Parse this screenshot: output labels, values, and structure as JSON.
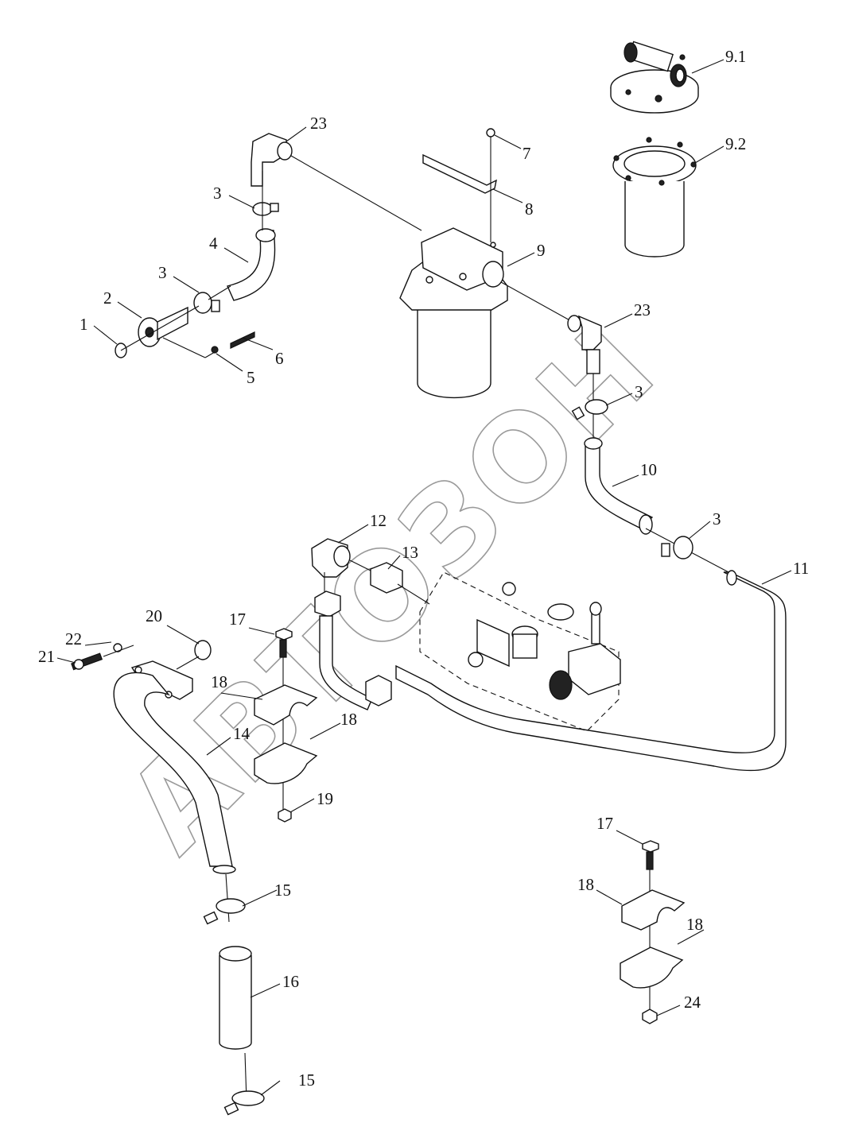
{
  "diagram": {
    "type": "exploded-parts-diagram",
    "watermark": "АВТОЗОН",
    "callouts": [
      {
        "id": "c1",
        "label": "1"
      },
      {
        "id": "c2",
        "label": "2"
      },
      {
        "id": "c3a",
        "label": "3"
      },
      {
        "id": "c3b",
        "label": "3"
      },
      {
        "id": "c3c",
        "label": "3"
      },
      {
        "id": "c3d",
        "label": "3"
      },
      {
        "id": "c4",
        "label": "4"
      },
      {
        "id": "c5",
        "label": "5"
      },
      {
        "id": "c6",
        "label": "6"
      },
      {
        "id": "c7",
        "label": "7"
      },
      {
        "id": "c8",
        "label": "8"
      },
      {
        "id": "c9",
        "label": "9"
      },
      {
        "id": "c91",
        "label": "9.1"
      },
      {
        "id": "c92",
        "label": "9.2"
      },
      {
        "id": "c10",
        "label": "10"
      },
      {
        "id": "c11",
        "label": "11"
      },
      {
        "id": "c12",
        "label": "12"
      },
      {
        "id": "c13",
        "label": "13"
      },
      {
        "id": "c14",
        "label": "14"
      },
      {
        "id": "c15a",
        "label": "15"
      },
      {
        "id": "c15b",
        "label": "15"
      },
      {
        "id": "c16",
        "label": "16"
      },
      {
        "id": "c17a",
        "label": "17"
      },
      {
        "id": "c17b",
        "label": "17"
      },
      {
        "id": "c18a",
        "label": "18"
      },
      {
        "id": "c18b",
        "label": "18"
      },
      {
        "id": "c18c",
        "label": "18"
      },
      {
        "id": "c18d",
        "label": "18"
      },
      {
        "id": "c19",
        "label": "19"
      },
      {
        "id": "c20",
        "label": "20"
      },
      {
        "id": "c21",
        "label": "21"
      },
      {
        "id": "c22",
        "label": "22"
      },
      {
        "id": "c23a",
        "label": "23"
      },
      {
        "id": "c23b",
        "label": "23"
      },
      {
        "id": "c24",
        "label": "24"
      }
    ]
  }
}
